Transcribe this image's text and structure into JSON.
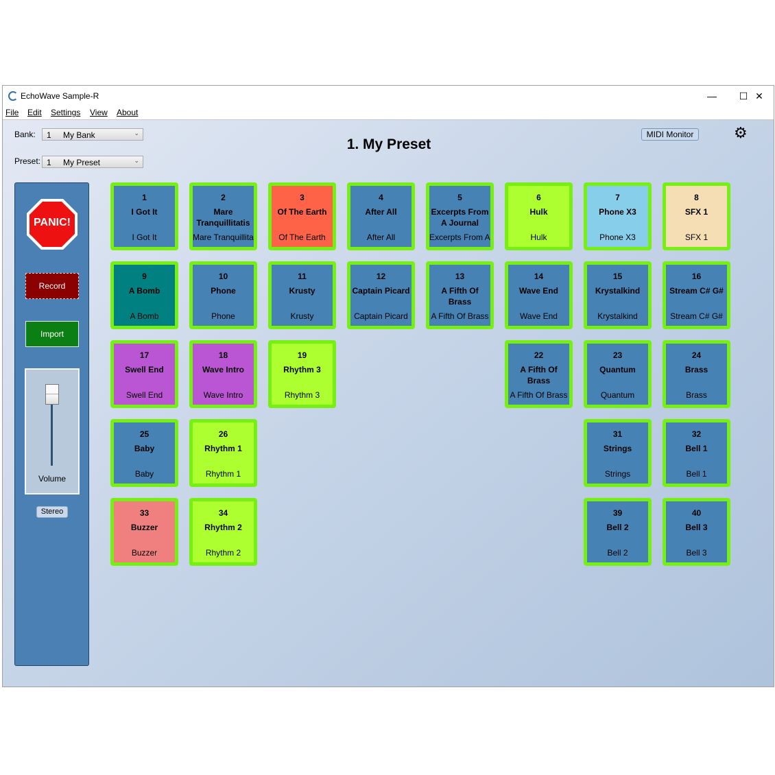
{
  "window": {
    "title": "EchoWave Sample-R",
    "controls": {
      "minimize": "—",
      "maximize": "☐",
      "close": "✕"
    }
  },
  "menu": [
    "File",
    "Edit",
    "Settings",
    "View",
    "About"
  ],
  "bank": {
    "label": "Bank:",
    "number": "1",
    "name": "My Bank"
  },
  "preset": {
    "label": "Preset:",
    "number": "1",
    "name": "My Preset"
  },
  "preset_title": "1.  My Preset",
  "midi_monitor_label": "MIDI Monitor",
  "sidebar": {
    "panic_label": "PANIC!",
    "record_label": "Record",
    "import_label": "Import",
    "volume_label": "Volume",
    "volume_level": 0.95,
    "stereo_label": "Stereo"
  },
  "pads": [
    {
      "num": "1",
      "title": "I Got It",
      "file": "I Got It",
      "color": "#4682b4"
    },
    {
      "num": "2",
      "title": "Mare Tranquillitatis",
      "file": "Mare Tranquillitatis",
      "color": "#4682b4"
    },
    {
      "num": "3",
      "title": "Of The Earth",
      "file": "Of The Earth",
      "color": "#ff6347"
    },
    {
      "num": "4",
      "title": "After All",
      "file": "After All",
      "color": "#4682b4"
    },
    {
      "num": "5",
      "title": "Excerpts From A Journal",
      "file": "Excerpts From A Journal",
      "color": "#4682b4"
    },
    {
      "num": "6",
      "title": "Hulk",
      "file": "Hulk",
      "color": "#adff2f"
    },
    {
      "num": "7",
      "title": "Phone X3",
      "file": "Phone X3",
      "color": "#87ceeb"
    },
    {
      "num": "8",
      "title": "SFX 1",
      "file": "SFX 1",
      "color": "#f5deb3"
    },
    {
      "num": "9",
      "title": "A Bomb",
      "file": "A Bomb",
      "color": "#008080"
    },
    {
      "num": "10",
      "title": "Phone",
      "file": "Phone",
      "color": "#4682b4"
    },
    {
      "num": "11",
      "title": "Krusty",
      "file": "Krusty",
      "color": "#4682b4"
    },
    {
      "num": "12",
      "title": "Captain Picard",
      "file": "Captain Picard",
      "color": "#4682b4"
    },
    {
      "num": "13",
      "title": "A Fifth Of Brass",
      "file": "A Fifth Of Brass",
      "color": "#4682b4"
    },
    {
      "num": "14",
      "title": "Wave End",
      "file": "Wave End",
      "color": "#4682b4"
    },
    {
      "num": "15",
      "title": "Krystalkind",
      "file": "Krystalkind",
      "color": "#4682b4"
    },
    {
      "num": "16",
      "title": "Stream C# G#",
      "file": "Stream C# G#",
      "color": "#4682b4"
    },
    {
      "num": "17",
      "title": "Swell End",
      "file": "Swell End",
      "color": "#ba55d3"
    },
    {
      "num": "18",
      "title": "Wave Intro",
      "file": "Wave Intro",
      "color": "#ba55d3"
    },
    {
      "num": "19",
      "title": "Rhythm 3",
      "file": "Rhythm 3",
      "color": "#adff2f"
    },
    {
      "num": "22",
      "title": "A Fifth Of Brass",
      "file": "A Fifth Of Brass",
      "color": "#4682b4"
    },
    {
      "num": "23",
      "title": "Quantum",
      "file": "Quantum",
      "color": "#4682b4"
    },
    {
      "num": "24",
      "title": "Brass",
      "file": "Brass",
      "color": "#4682b4"
    },
    {
      "num": "25",
      "title": "Baby",
      "file": "Baby",
      "color": "#4682b4"
    },
    {
      "num": "26",
      "title": "Rhythm 1",
      "file": "Rhythm 1",
      "color": "#adff2f"
    },
    {
      "num": "31",
      "title": "Strings",
      "file": "Strings",
      "color": "#4682b4"
    },
    {
      "num": "32",
      "title": "Bell 1",
      "file": "Bell 1",
      "color": "#4682b4"
    },
    {
      "num": "33",
      "title": "Buzzer",
      "file": "Buzzer",
      "color": "#f08080"
    },
    {
      "num": "34",
      "title": "Rhythm 2",
      "file": "Rhythm 2",
      "color": "#adff2f"
    },
    {
      "num": "39",
      "title": "Bell 2",
      "file": "Bell 2",
      "color": "#4682b4"
    },
    {
      "num": "40",
      "title": "Bell 3",
      "file": "Bell 3",
      "color": "#4682b4"
    }
  ]
}
